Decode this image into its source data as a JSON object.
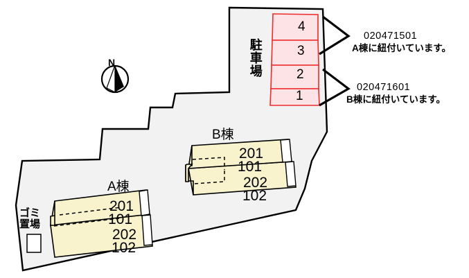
{
  "site": {
    "parcel_fill": "#f2f2f2",
    "outline_color": "#000000",
    "building_fill": "#f8f3cc",
    "stall_fill": "#fde2e6",
    "stall_border": "#ef2b2b"
  },
  "compass": {
    "label": "N"
  },
  "parking": {
    "label": "駐車場",
    "stalls": [
      {
        "number": "4"
      },
      {
        "number": "3"
      },
      {
        "number": "2"
      },
      {
        "number": "1"
      }
    ]
  },
  "notes": [
    {
      "code": "020471501",
      "detail": "A棟に紐付いています。"
    },
    {
      "code": "020471601",
      "detail": "B棟に紐付いています。"
    }
  ],
  "buildings": [
    {
      "name": "B棟",
      "units": [
        {
          "upper": "201",
          "lower": "101"
        },
        {
          "upper": "202",
          "lower": "102"
        }
      ]
    },
    {
      "name": "A棟",
      "units": [
        {
          "upper": "201",
          "lower": "101"
        },
        {
          "upper": "202",
          "lower": "102"
        }
      ]
    }
  ],
  "facilities": {
    "trash_line1": "ゴミ",
    "trash_line2": "置場"
  }
}
